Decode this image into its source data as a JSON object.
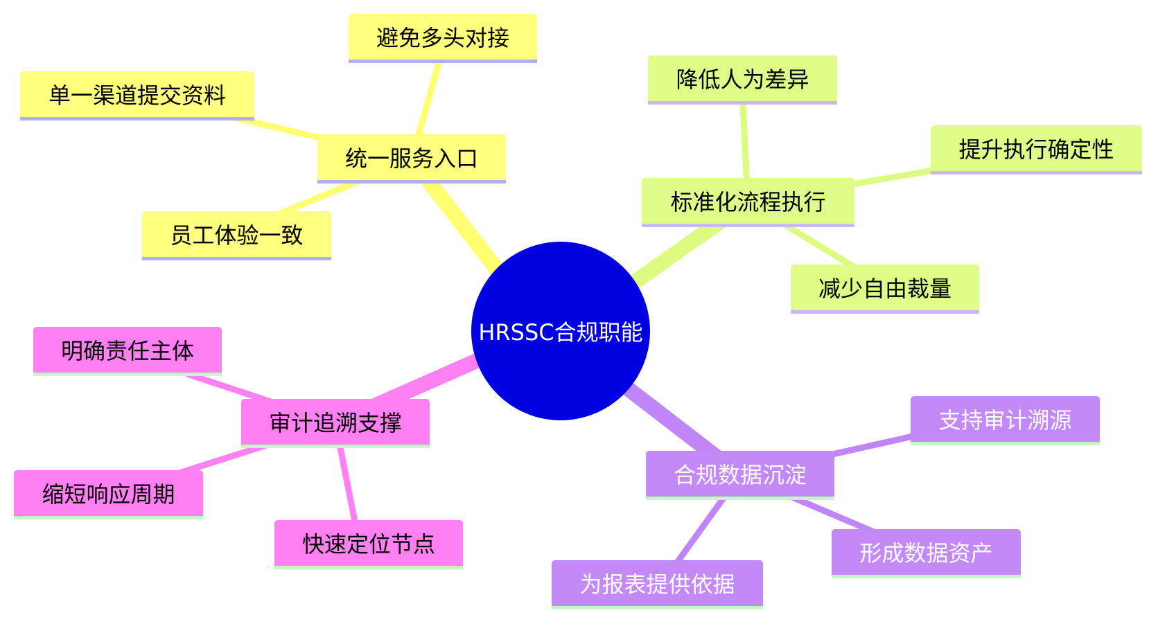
{
  "center": {
    "label": "HRSSC合规职能",
    "color": "#0000e0"
  },
  "branches": [
    {
      "label": "统一服务入口",
      "color": "#ffff80",
      "link": "#ffff70",
      "leaves": [
        "避免多头对接",
        "单一渠道提交资料",
        "员工体验一致"
      ]
    },
    {
      "label": "标准化流程执行",
      "color": "#ddfc88",
      "link": "#dcfc80",
      "leaves": [
        "降低人为差异",
        "提升执行确定性",
        "减少自由裁量"
      ]
    },
    {
      "label": "审计追溯支撑",
      "color": "#ff80f2",
      "link": "#ff80f2",
      "leaves": [
        "明确责任主体",
        "缩短响应周期",
        "快速定位节点"
      ]
    },
    {
      "label": "合规数据沉淀",
      "color": "#c489f9",
      "link": "#c085f8",
      "leaves": [
        "支持审计溯源",
        "形成数据资产",
        "为报表提供依据"
      ]
    }
  ]
}
